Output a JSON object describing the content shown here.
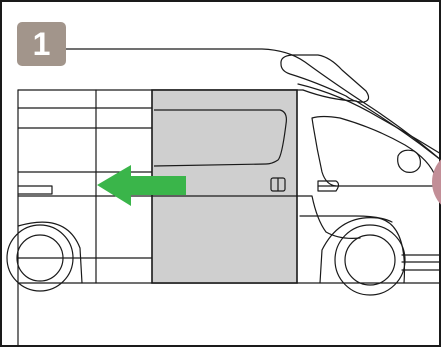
{
  "step_badge": {
    "number": "1",
    "color": "#a2958b"
  },
  "diagram": {
    "subject": "van-sliding-side-door",
    "door_fill_color": "#cfcfcf",
    "arrow_color": "#3ab54a",
    "arrow_direction": "left",
    "edge_marker_color": "#c28e97",
    "line_color": "#1a1a1a"
  }
}
